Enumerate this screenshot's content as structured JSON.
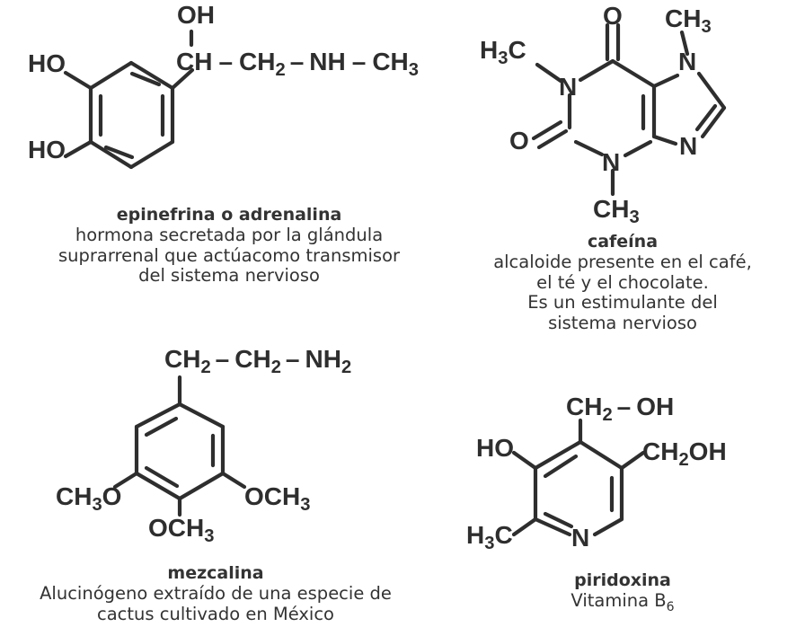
{
  "figure": {
    "background_color": "#ffffff",
    "ink_color": "#2e2e2e",
    "text_color": "#333333"
  },
  "molecules": [
    {
      "id": "epinefrina",
      "name": "epinefrina o adrenalina",
      "description_lines": [
        "hormona secretada por la glándula",
        "suprarrenal que actúacomo transmisor",
        "del sistema nervioso"
      ],
      "labels": {
        "oh_top": "OH",
        "ho_upper": "HO",
        "ho_lower": "HO",
        "chain_ch": "CH",
        "dash1": "–",
        "chain_ch2": "CH",
        "chain_ch2_sub": "2",
        "dash2": "–",
        "chain_nh": "NH",
        "dash3": "–",
        "chain_ch3": "CH",
        "chain_ch3_sub": "3"
      }
    },
    {
      "id": "cafeina",
      "name": "cafeína",
      "description_lines": [
        "alcaloide presente en el café,",
        "el té y el chocolate.",
        "Es un estimulante del",
        "sistema nervioso"
      ],
      "labels": {
        "o_top": "O",
        "o_left": "O",
        "ch3_top_right": "CH",
        "ch3_top_right_sub": "3",
        "h3c_left": "H",
        "h3c_left_sub": "3",
        "h3c_left_tail": "C",
        "ch3_bottom": "CH",
        "ch3_bottom_sub": "3",
        "n1": "N",
        "n3": "N",
        "n7": "N",
        "n9": "N"
      }
    },
    {
      "id": "mezcalina",
      "name": "mezcalina",
      "description_lines": [
        "Alucinógeno extraído de una especie de",
        "cactus cultivado en México"
      ],
      "labels": {
        "chain_ch2_a": "CH",
        "chain_ch2_a_sub": "2",
        "dash1": "–",
        "chain_ch2_b": "CH",
        "chain_ch2_b_sub": "2",
        "dash2": "–",
        "chain_nh2": "NH",
        "chain_nh2_sub": "2",
        "ch3o_left": "CH",
        "ch3o_left_sub": "3",
        "ch3o_left_tail": "O",
        "och3_right": "OCH",
        "och3_right_sub": "3",
        "och3_bottom": "OCH",
        "och3_bottom_sub": "3"
      }
    },
    {
      "id": "piridoxina",
      "name": "piridoxina",
      "description_lines": [
        "Vitamina B6"
      ],
      "description_vitamin_base": "Vitamina B",
      "description_vitamin_sub": "6",
      "labels": {
        "ch2_top": "CH",
        "ch2_top_sub": "2",
        "dash_top": "–",
        "oh_top": "OH",
        "ho_left": "HO",
        "ch2oh_right": "CH",
        "ch2oh_right_sub": "2",
        "ch2oh_right_tail": "OH",
        "h3c_left": "H",
        "h3c_left_sub": "3",
        "h3c_left_tail": "C",
        "n_ring": "N"
      }
    }
  ]
}
